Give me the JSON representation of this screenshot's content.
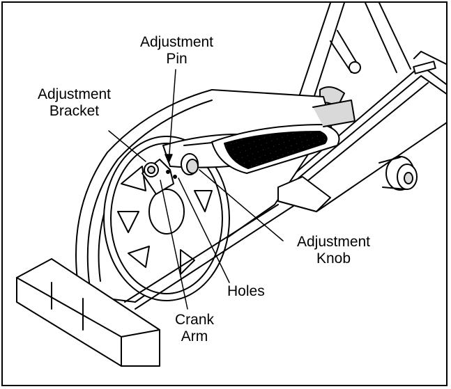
{
  "labels": {
    "adjustment_pin": {
      "line1": "Adjustment",
      "line2": "Pin"
    },
    "adjustment_bracket": {
      "line1": "Adjustment",
      "line2": "Bracket"
    },
    "adjustment_knob": {
      "line1": "Adjustment",
      "line2": "Knob"
    },
    "holes": {
      "line1": "Holes"
    },
    "crank_arm": {
      "line1": "Crank",
      "line2": "Arm"
    }
  },
  "colors": {
    "ink": "#000000",
    "paper": "#ffffff",
    "shade": "#d9d9d9"
  }
}
